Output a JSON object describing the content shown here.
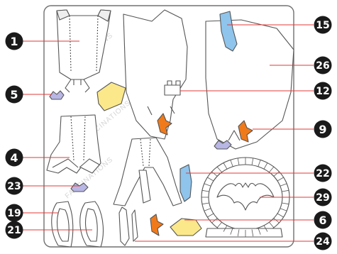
{
  "watermark": "FASCINATIONS",
  "colors": {
    "badge": "#1a1a1a",
    "leader_line": "#e23a3a",
    "part_outline": "#555555",
    "part_blue": "#8fc4ec",
    "part_yellow": "#fbe88a",
    "part_orange": "#f07a1a",
    "part_lavender": "#b8b6e4",
    "sheet_border": "#707070"
  },
  "callouts": [
    {
      "id": "1",
      "label": "1",
      "side": "left"
    },
    {
      "id": "5",
      "label": "5",
      "side": "left"
    },
    {
      "id": "4",
      "label": "4",
      "side": "left"
    },
    {
      "id": "23",
      "label": "23",
      "side": "left"
    },
    {
      "id": "19",
      "label": "19",
      "side": "left"
    },
    {
      "id": "21",
      "label": "21",
      "side": "left"
    },
    {
      "id": "15",
      "label": "15",
      "side": "right"
    },
    {
      "id": "26",
      "label": "26",
      "side": "right"
    },
    {
      "id": "12",
      "label": "12",
      "side": "right"
    },
    {
      "id": "9",
      "label": "9",
      "side": "right"
    },
    {
      "id": "22",
      "label": "22",
      "side": "right"
    },
    {
      "id": "29",
      "label": "29",
      "side": "right"
    },
    {
      "id": "6",
      "label": "6",
      "side": "right"
    },
    {
      "id": "24",
      "label": "24",
      "side": "right"
    }
  ]
}
